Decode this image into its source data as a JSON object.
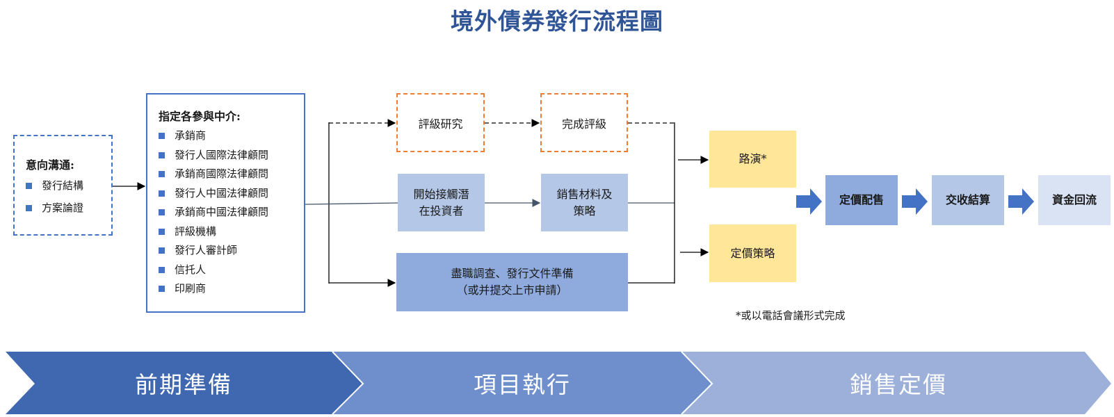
{
  "title": "境外債券發行流程圖",
  "intent": {
    "heading": "意向溝通",
    "items": [
      "發行結構",
      "方案論證"
    ]
  },
  "intermediaries": {
    "heading": "指定各參與中介",
    "items": [
      "承銷商",
      "發行人國際法律顧問",
      "承銷商國際法律顧問",
      "發行人中國法律顧問",
      "承銷商中國法律顧問",
      "評級機構",
      "發行人審計師",
      "信托人",
      "印刷商"
    ]
  },
  "rating_research": "評級研究",
  "rating_complete": "完成評級",
  "contact_investors": {
    "line1": "開始接觸潛",
    "line2": "在投資者"
  },
  "sales_materials": {
    "line1": "銷售材料及",
    "line2": "策略"
  },
  "due_diligence": {
    "line1": "盡職調查、發行文件準備",
    "line2": "（或并提交上市申請）"
  },
  "roadshow": "路演*",
  "pricing_strategy": "定價策略",
  "pricing_allocation": "定價配售",
  "settlement": "交收結算",
  "fund_return": "資金回流",
  "footnote": "*或以電話會議形式完成",
  "phases": [
    "前期準備",
    "項目執行",
    "銷售定價"
  ],
  "colors": {
    "title": "#2f5597",
    "phase1": "#3f68b0",
    "phase2": "#6e8fcb",
    "phase3": "#9cb0da",
    "arrow": "#4472c4",
    "orange_dash": "#ed7d31"
  }
}
